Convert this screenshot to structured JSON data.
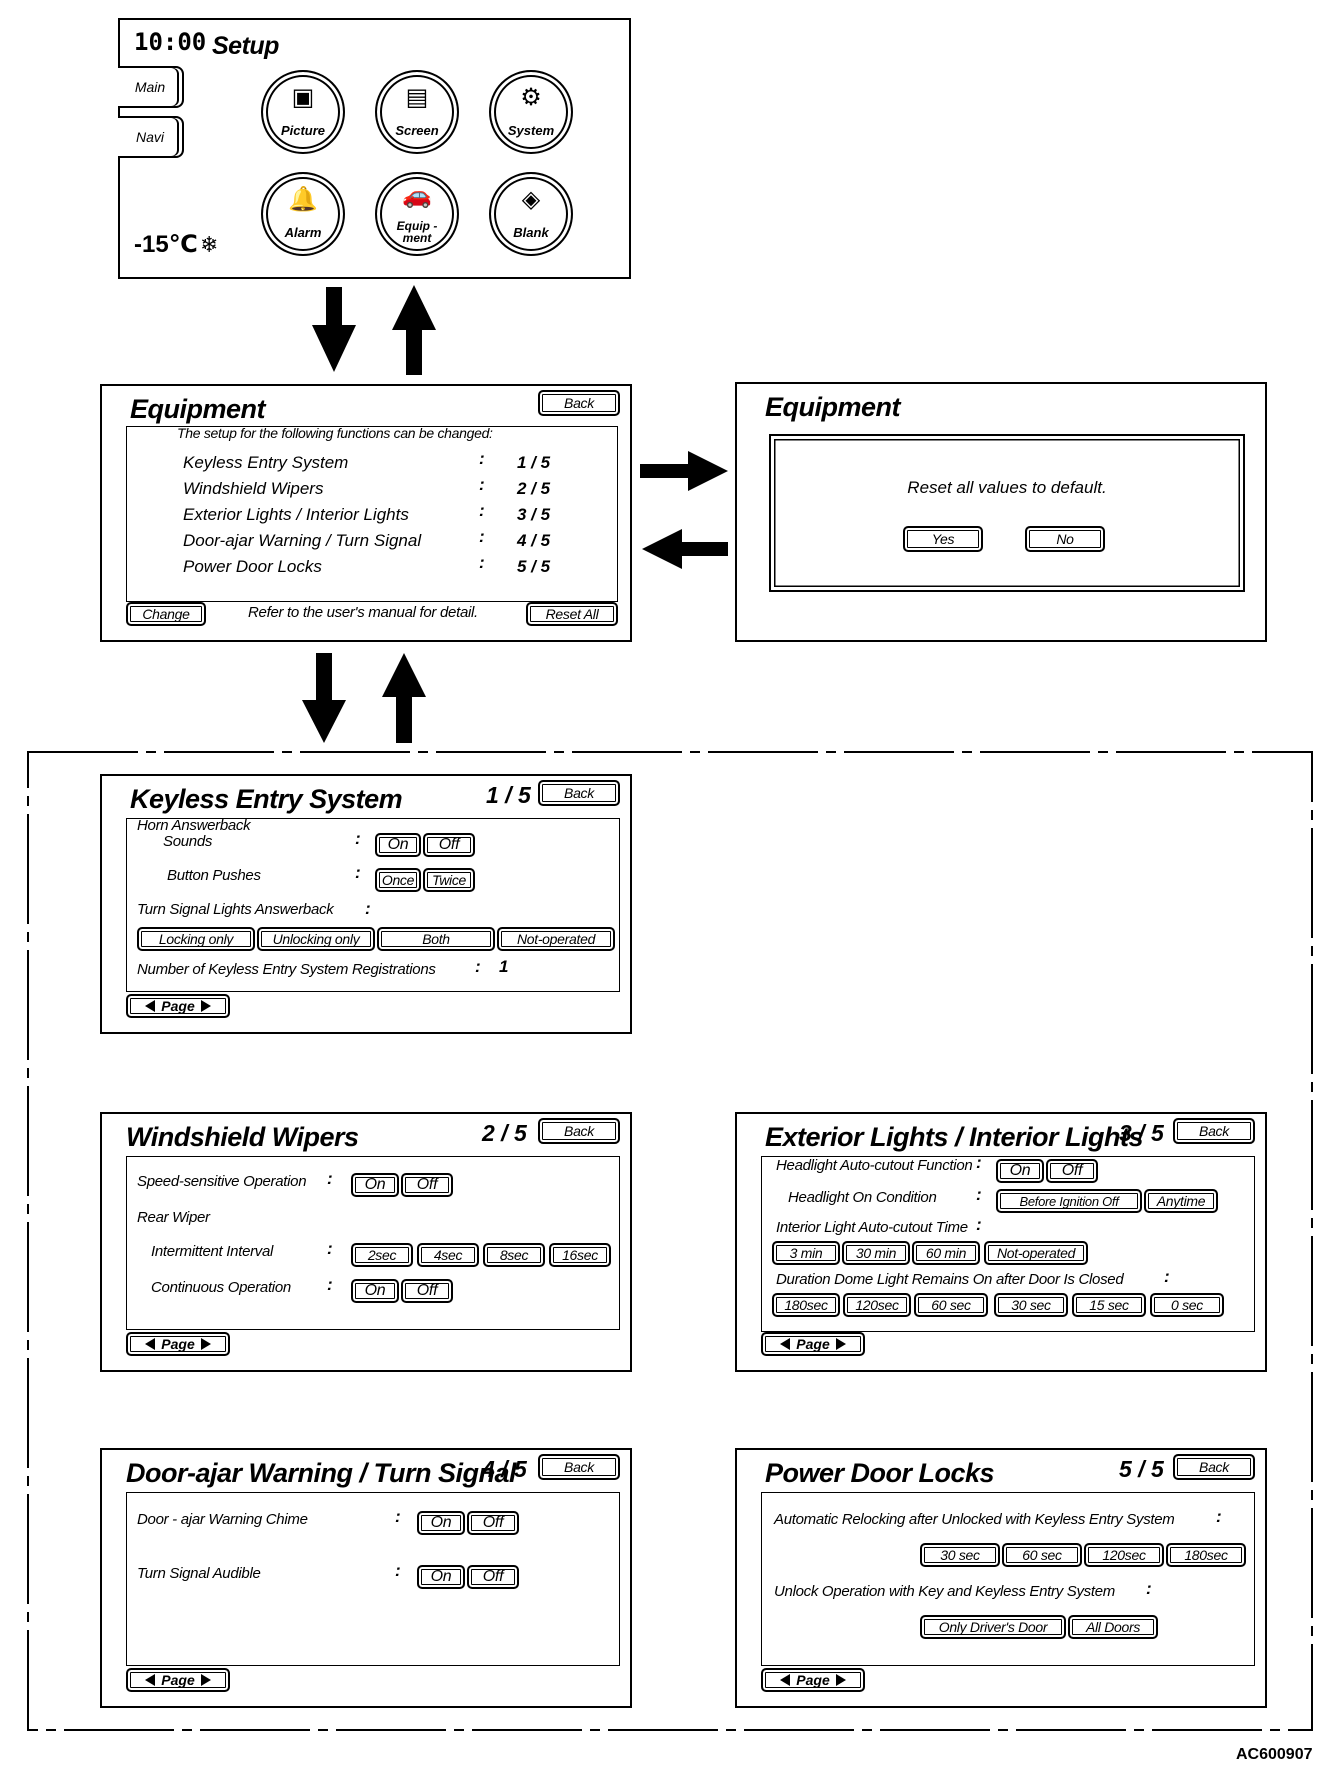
{
  "setup": {
    "time": "10:00",
    "title": "Setup",
    "side": [
      "Main",
      "Navi"
    ],
    "temp": "-15℃",
    "snow_icon": "snowflake-icon",
    "icons": [
      {
        "label": "Picture",
        "icon": "picture-icon"
      },
      {
        "label": "Screen",
        "icon": "screen-icon"
      },
      {
        "label": "System",
        "icon": "system-icon"
      },
      {
        "label": "Alarm",
        "icon": "alarm-icon"
      },
      {
        "label": "Equip -\nment",
        "icon": "equipment-icon"
      },
      {
        "label": "Blank",
        "icon": "blank-icon"
      }
    ]
  },
  "equipment": {
    "title": "Equipment",
    "back": "Back",
    "intro": "The setup for the following functions can be  changed:",
    "items": [
      {
        "name": "Keyless Entry System",
        "page": "1 / 5"
      },
      {
        "name": "Windshield Wipers",
        "page": "2 / 5"
      },
      {
        "name": "Exterior Lights / Interior Lights",
        "page": "3 / 5"
      },
      {
        "name": "Door-ajar Warning / Turn Signal",
        "page": "4 / 5"
      },
      {
        "name": "Power Door Locks",
        "page": "5 / 5"
      }
    ],
    "change": "Change",
    "refer": "Refer to the user's manual for detail.",
    "reset_all": "Reset All"
  },
  "reset": {
    "title": "Equipment",
    "message": "Reset all values to default.",
    "yes": "Yes",
    "no": "No"
  },
  "p1": {
    "title": "Keyless Entry System",
    "num": "1 / 5",
    "back": "Back",
    "horn": "Horn Answerback",
    "sounds": "Sounds",
    "on": "On",
    "off": "Off",
    "button_pushes": "Button Pushes",
    "once": "Once",
    "twice": "Twice",
    "turn_signal": "Turn Signal Lights Answerback",
    "opts": [
      "Locking only",
      "Unlocking only",
      "Both",
      "Not-operated"
    ],
    "registrations": "Number of Keyless Entry System Registrations",
    "reg_value": "1",
    "page": "Page"
  },
  "p2": {
    "title": "Windshield Wipers",
    "num": "2 / 5",
    "back": "Back",
    "speed": "Speed-sensitive Operation",
    "on": "On",
    "off": "Off",
    "rear": "Rear Wiper",
    "intermittent": "Intermittent Interval",
    "intervals": [
      "2sec",
      "4sec",
      "8sec",
      "16sec"
    ],
    "continuous": "Continuous Operation",
    "page": "Page"
  },
  "p3": {
    "title": "Exterior Lights / Interior Lights",
    "num": "3 / 5",
    "back": "Back",
    "auto_cutout": "Headlight Auto-cutout Function",
    "on": "On",
    "off": "Off",
    "on_condition": "Headlight On Condition",
    "before_ign": "Before Ignition Off",
    "anytime": "Anytime",
    "interior_time": "Interior Light Auto-cutout Time",
    "interior_opts": [
      "3 min",
      "30 min",
      "60 min",
      "Not-operated"
    ],
    "dome": "Duration Dome Light Remains On after Door Is  Closed",
    "dome_opts": [
      "180sec",
      "120sec",
      "60 sec",
      "30 sec",
      "15 sec",
      "0 sec"
    ],
    "page": "Page"
  },
  "p4": {
    "title": "Door-ajar Warning / Turn Signal",
    "num": "4 / 5",
    "back": "Back",
    "chime": "Door - ajar Warning Chime",
    "audible": "Turn Signal Audible",
    "on": "On",
    "off": "Off",
    "page": "Page"
  },
  "p5": {
    "title": "Power Door Locks",
    "num": "5 / 5",
    "back": "Back",
    "relock": "Automatic Relocking after Unlocked with Keyless Entry System",
    "relock_opts": [
      "30 sec",
      "60 sec",
      "120sec",
      "180sec"
    ],
    "unlock": "Unlock Operation with Key and Keyless Entry System",
    "unlock_opts": [
      "Only Driver's Door",
      "All Doors"
    ],
    "page": "Page"
  },
  "figure_code": "AC600907"
}
